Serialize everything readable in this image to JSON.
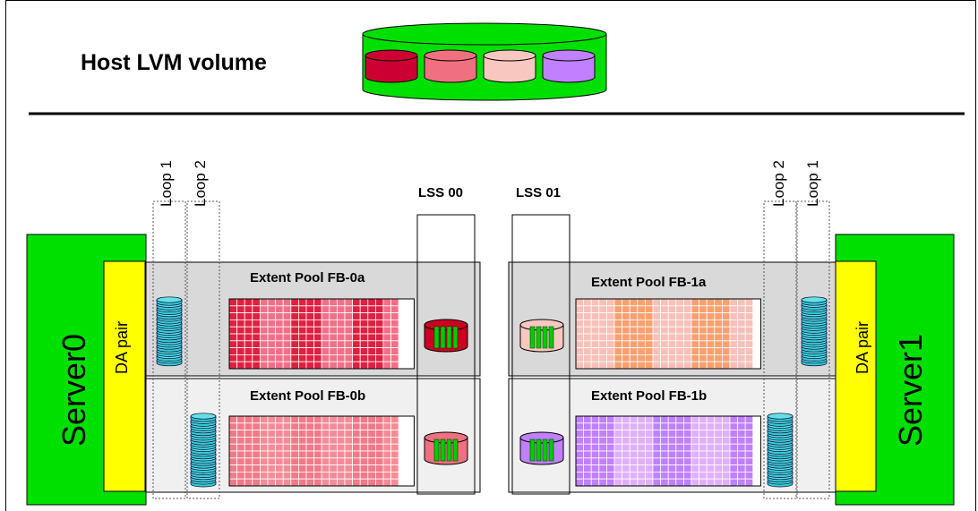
{
  "title": "Host LVM volume",
  "colors": {
    "green": "#00e000",
    "yellow": "#ffff00",
    "pool_bg": "#d9d9d9",
    "pool_bg_light": "#f0f0f0",
    "red": "#cc0033",
    "salmon": "#f07080",
    "pink": "#f8c8c0",
    "violet": "#c080ff",
    "cyan": "#33cccc"
  },
  "servers": {
    "left": "Server0",
    "right": "Server1"
  },
  "da_pair": {
    "left": "DA pair",
    "right": "DA pair"
  },
  "loops": {
    "left_1": "Loop 1",
    "left_2": "Loop 2",
    "right_2": "Loop 2",
    "right_1": "Loop 1"
  },
  "lss": {
    "left": "LSS 00",
    "right": "LSS 01"
  },
  "pools": {
    "fb0a": "Extent Pool FB-0a",
    "fb0b": "Extent Pool FB-0b",
    "fb1a": "Extent Pool FB-1a",
    "fb1b": "Extent Pool FB-1b"
  }
}
